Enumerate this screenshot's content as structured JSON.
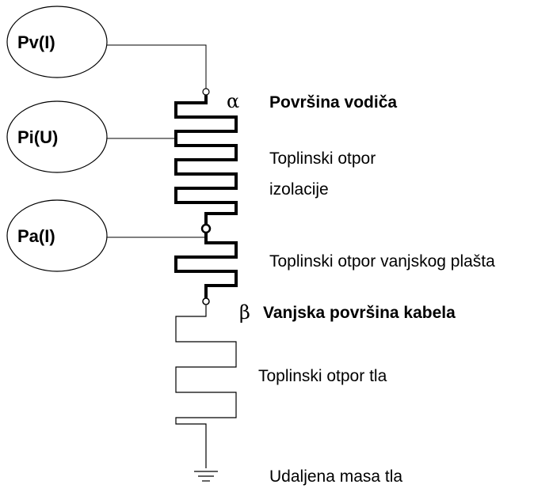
{
  "sources": {
    "pv": "Pv(I)",
    "pi": "Pi(U)",
    "pa": "Pa(I)"
  },
  "labels": {
    "alpha": "α",
    "conductor_surface": "Površina vodiča",
    "insulation_line1": "Toplinski otpor",
    "insulation_line2": "izolacije",
    "sheath": "Toplinski otpor vanjskog plašta",
    "beta": "β",
    "cable_surface": "Vanjska površina kabela",
    "soil": "Toplinski otpor tla",
    "remote_soil": "Udaljena masa tla"
  }
}
